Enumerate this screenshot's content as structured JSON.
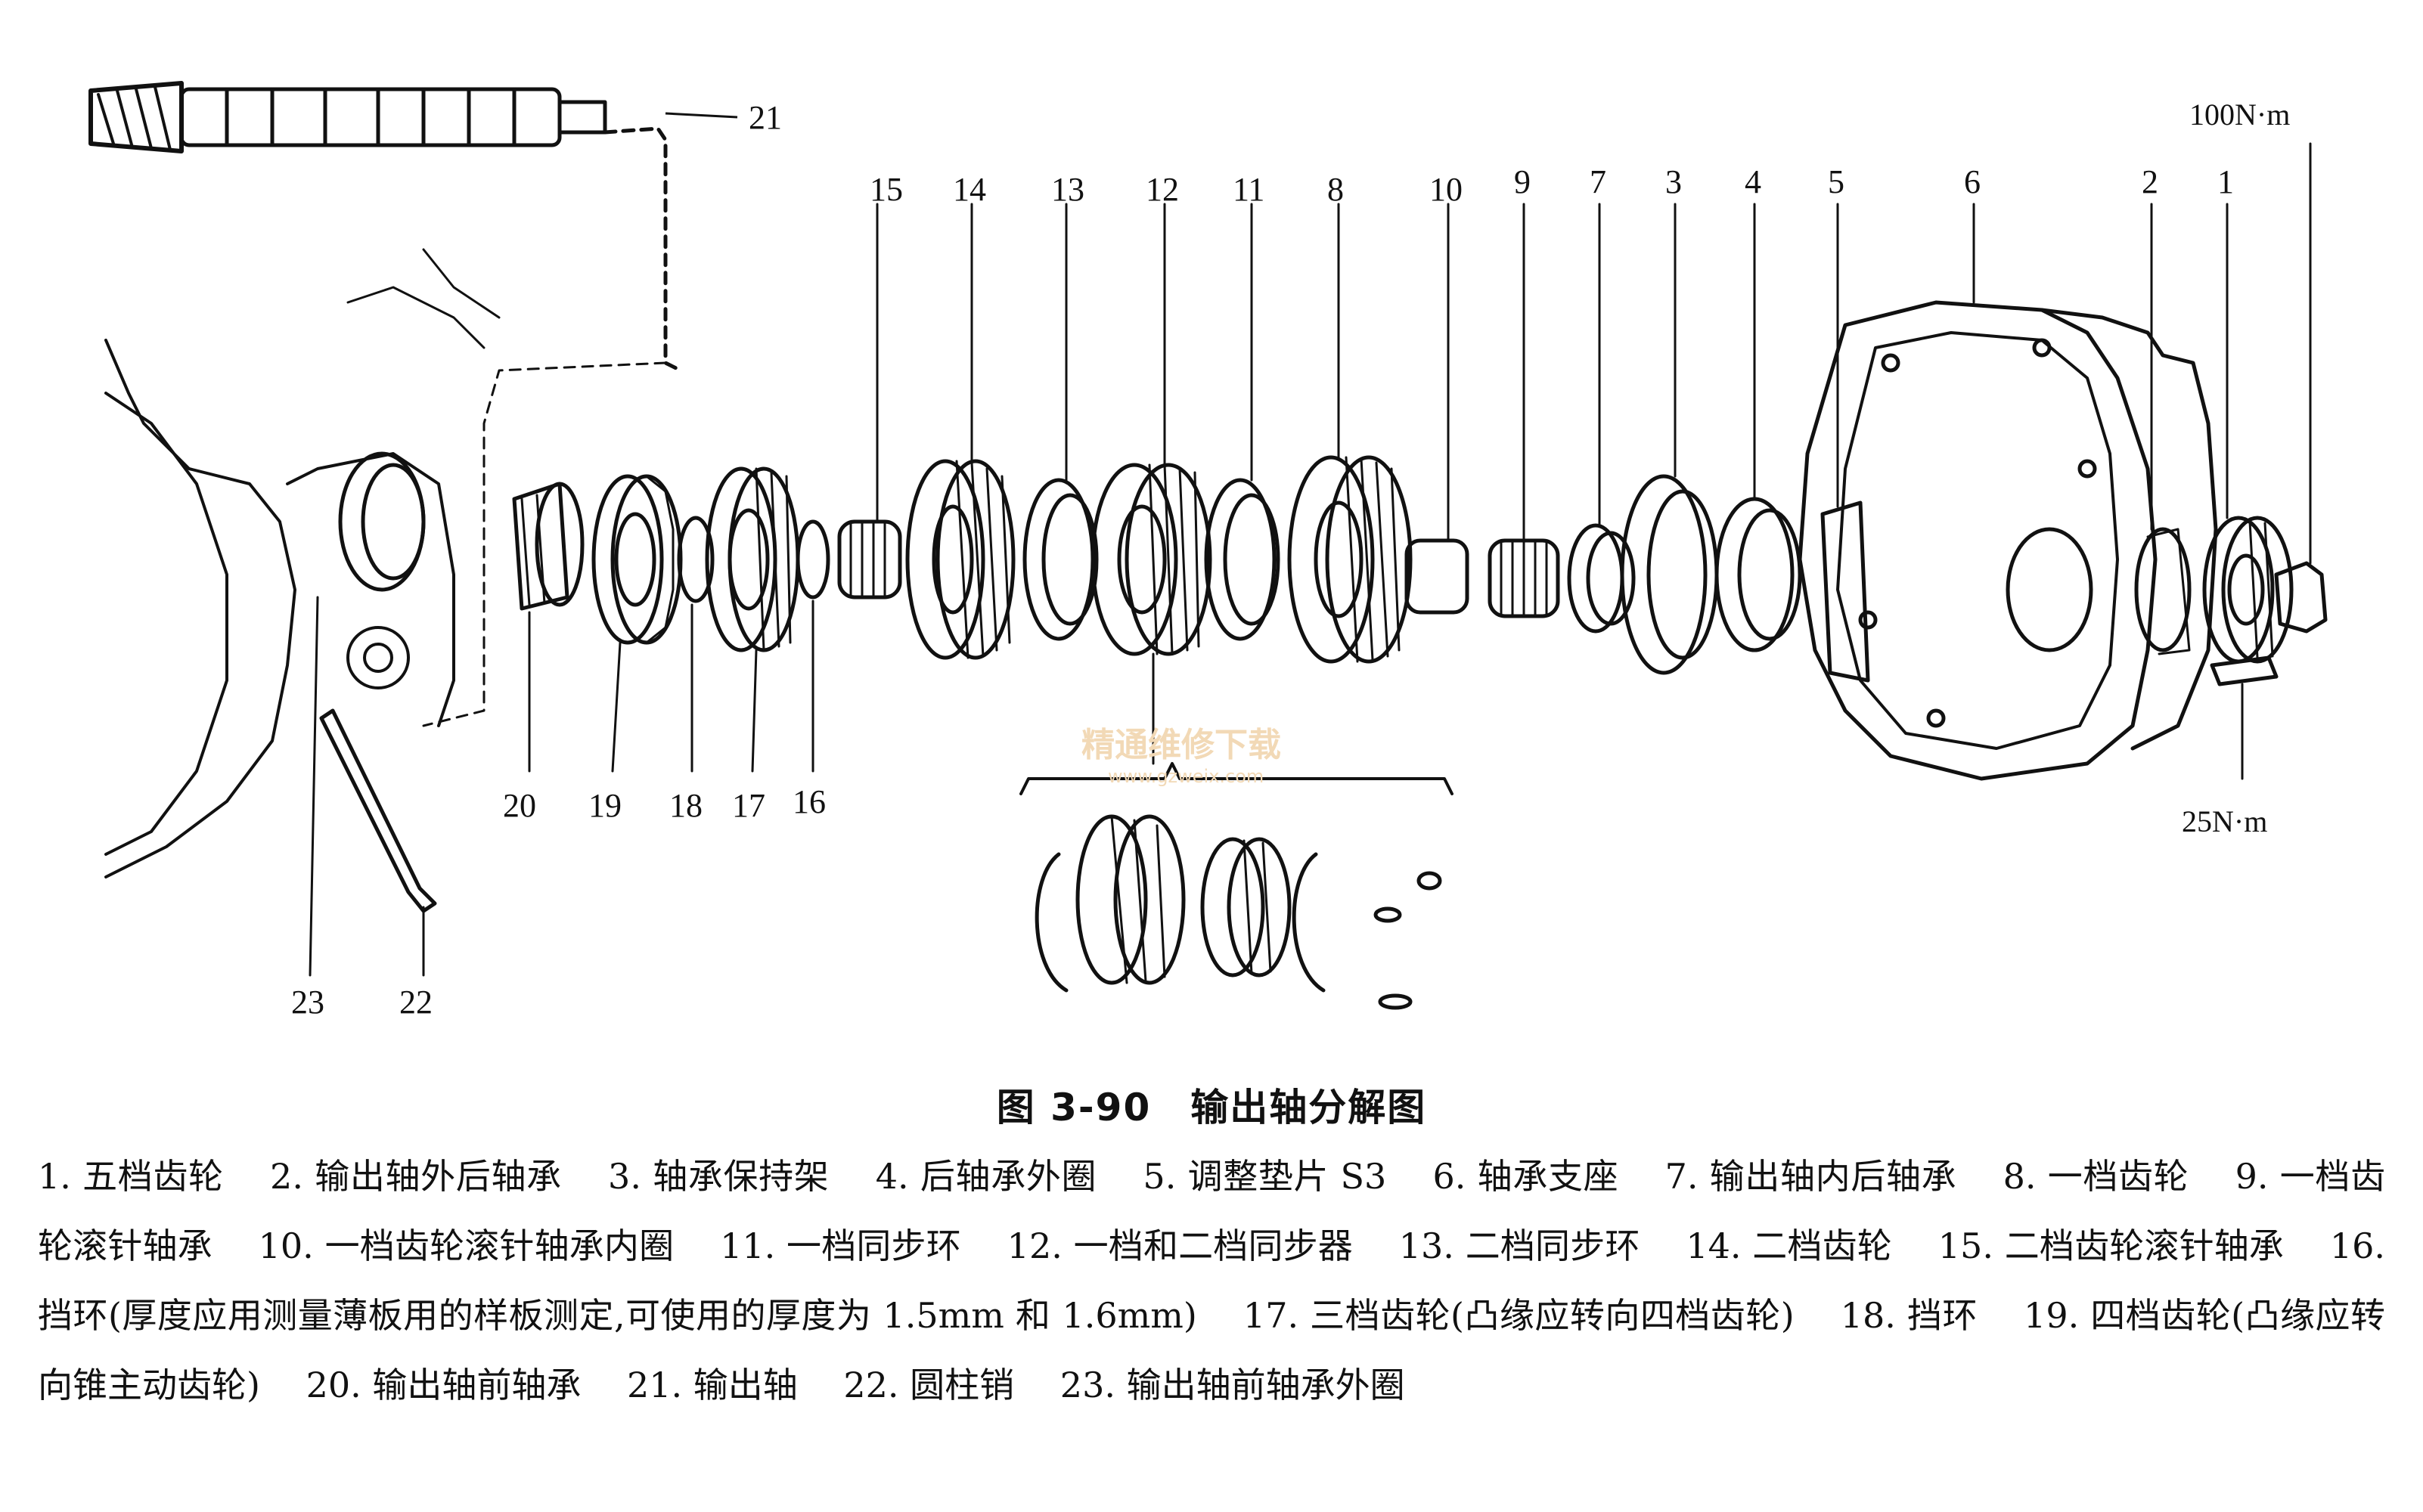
{
  "figure": {
    "caption": "图 3-90　输出轴分解图",
    "watermark": {
      "line1": "精通维修下载",
      "line2": "www.gzweix.com"
    },
    "torques": {
      "top_right": "100N·m",
      "bottom_right": "25N·m"
    },
    "callouts": [
      "21",
      "15",
      "14",
      "13",
      "12",
      "11",
      "8",
      "10",
      "9",
      "7",
      "3",
      "4",
      "5",
      "6",
      "2",
      "1",
      "20",
      "19",
      "18",
      "17",
      "16",
      "23",
      "22"
    ]
  },
  "legend": {
    "items": [
      "1. 五档齿轮",
      "2. 输出轴外后轴承",
      "3. 轴承保持架",
      "4. 后轴承外圈",
      "5. 调整垫片 S3",
      "6. 轴承支座",
      "7. 输出轴内后轴承",
      "8. 一档齿轮",
      "9. 一档齿轮滚针轴承",
      "10. 一档齿轮滚针轴承内圈",
      "11. 一档同步环",
      "12. 一档和二档同步器",
      "13. 二档同步环",
      "14. 二档齿轮",
      "15. 二档齿轮滚针轴承",
      "16. 挡环(厚度应用测量薄板用的样板测定,可使用的厚度为 1.5mm 和 1.6mm)",
      "17. 三档齿轮(凸缘应转向四档齿轮)",
      "18. 挡环",
      "19. 四档齿轮(凸缘应转向锥主动齿轮)",
      "20. 输出轴前轴承",
      "21. 输出轴",
      "22. 圆柱销",
      "23. 输出轴前轴承外圈"
    ]
  }
}
